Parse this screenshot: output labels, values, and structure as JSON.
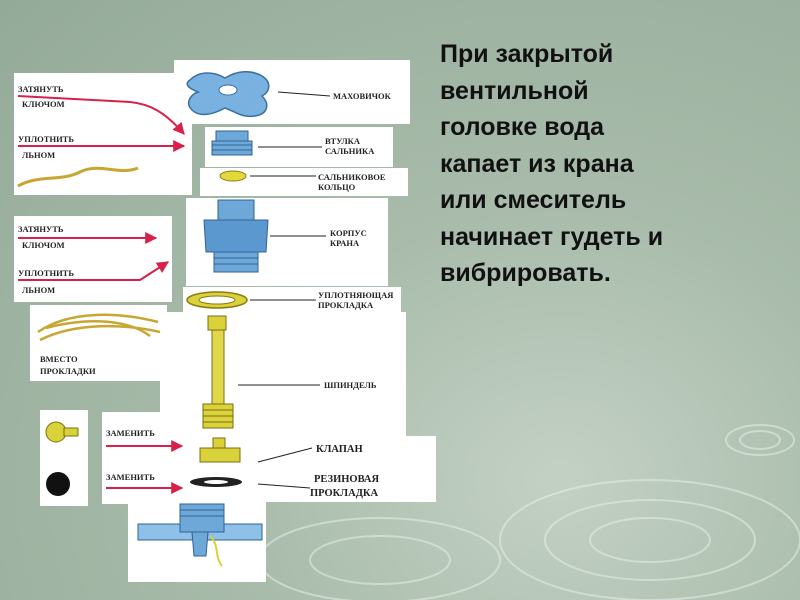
{
  "caption": [
    "При закрытой",
    "вентильной",
    "головке вода",
    "капает из крана",
    "или смеситель",
    "начинает гудеть и",
    "вибрировать."
  ],
  "left_notes": {
    "tighten_1": "ЗАТЯНУТЬ",
    "key_1": "КЛЮЧОМ",
    "seal_1": "УПЛОТНИТЬ",
    "flax_1": "ЛЬНОМ",
    "tighten_2": "ЗАТЯНУТЬ",
    "key_2": "КЛЮЧОМ",
    "seal_2": "УПЛОТНИТЬ",
    "flax_2": "ЛЬНОМ",
    "instead_1": "ВМЕСТО",
    "instead_2": "ПРОКЛАДКИ",
    "replace_1": "ЗАМЕНИТЬ",
    "replace_2": "ЗАМЕНИТЬ"
  },
  "part_labels": {
    "handwheel": "МАХОВИЧОК",
    "bushing_1": "ВТУЛКА",
    "bushing_2": "САЛЬНИКА",
    "gland_ring_1": "САЛЬНИКОВОЕ",
    "gland_ring_2": "КОЛЬЦО",
    "body_1": "КОРПУС",
    "body_2": "КРАНА",
    "sealing_1": "УПЛОТНЯЮЩАЯ",
    "sealing_2": "ПРОКЛАДКА",
    "spindle": "ШПИНДЕЛЬ",
    "valve": "КЛАПАН",
    "rubber_1": "РЕЗИНОВАЯ",
    "rubber_2": "ПРОКЛАДКА"
  },
  "colors": {
    "arrow": "#d8204a",
    "part_blue": "#6ea8d8",
    "part_yellow": "#d9d23a",
    "flax": "#c9a531"
  }
}
